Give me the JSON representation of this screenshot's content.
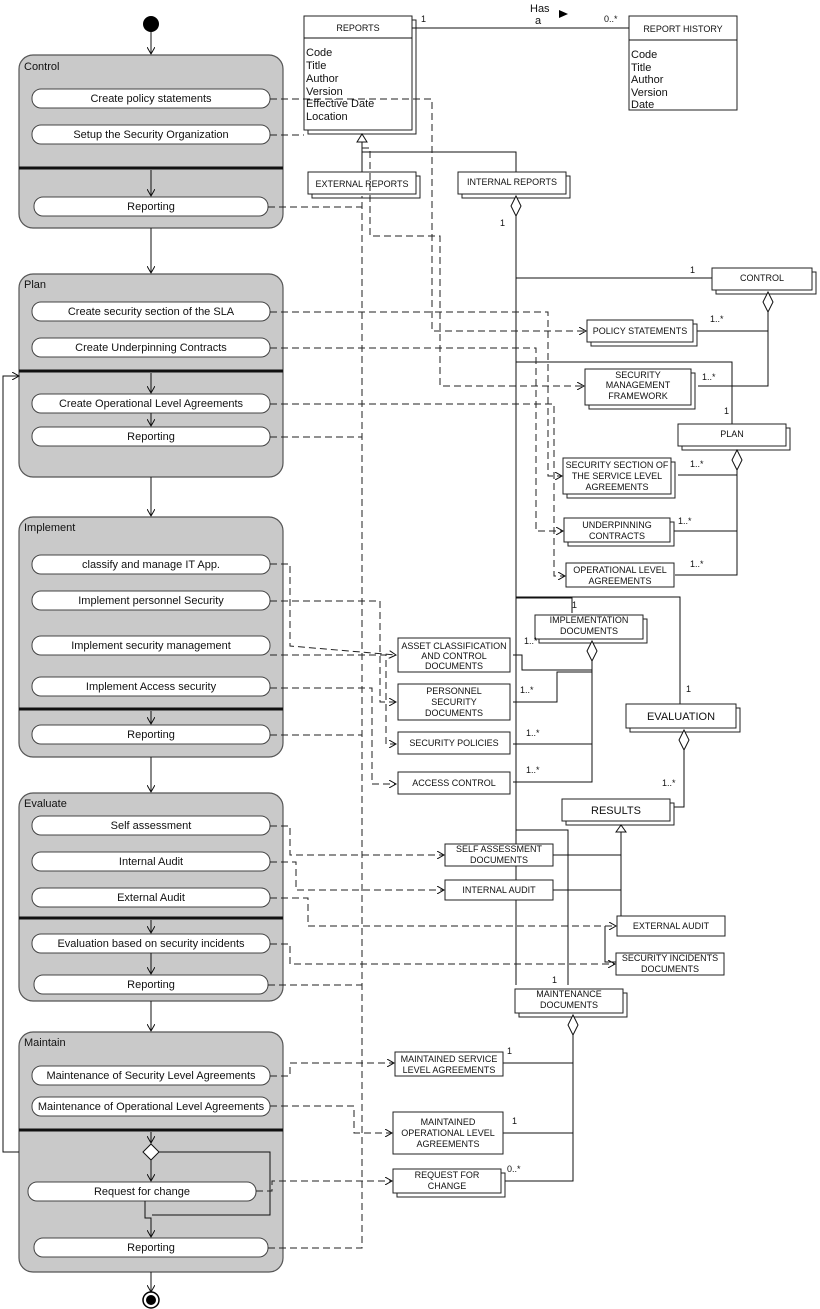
{
  "lanes": [
    {
      "title": "Control",
      "activities": [
        "Create policy statements",
        "Setup the Security Organization"
      ],
      "reporting": "Reporting"
    },
    {
      "title": "Plan",
      "activities": [
        "Create security section of the SLA",
        "Create Underpinning Contracts"
      ],
      "after_bar": [
        "Create Operational Level Agreements"
      ],
      "reporting": "Reporting"
    },
    {
      "title": "Implement",
      "activities": [
        "classify and manage IT App.",
        "Implement personnel Security",
        "Implement security management",
        "Implement Access security"
      ],
      "reporting": "Reporting"
    },
    {
      "title": "Evaluate",
      "activities": [
        "Self assessment",
        "Internal Audit",
        "External Audit"
      ],
      "after_bar": [
        "Evaluation based on security incidents"
      ],
      "reporting": "Reporting"
    },
    {
      "title": "Maintain",
      "activities": [
        "Maintenance of Security Level Agreements",
        "Maintenance of Operational Level Agreements"
      ],
      "after_bar": [
        "Request for change"
      ],
      "reporting": "Reporting"
    }
  ],
  "reports": {
    "title": "REPORTS",
    "attributes": [
      "Code",
      "Title",
      "Author",
      "Version",
      "Effective Date",
      "Location"
    ]
  },
  "report_history": {
    "title": "REPORT HISTORY",
    "attributes": [
      "Code",
      "Title",
      "Author",
      "Version",
      "Date"
    ]
  },
  "association": {
    "label_line1": "Has",
    "label_line2": "a",
    "mult_left": "1",
    "mult_right": "0..*"
  },
  "classes": {
    "external_reports": [
      "EXTERNAL REPORTS"
    ],
    "internal_reports": [
      "INTERNAL REPORTS"
    ],
    "control": [
      "CONTROL"
    ],
    "policy_statements": [
      "POLICY  STATEMENTS"
    ],
    "security_management_framework": [
      "SECURITY",
      "MANAGEMENT",
      "FRAMEWORK"
    ],
    "plan": [
      "PLAN"
    ],
    "security_section_sla": [
      "SECURITY SECTION OF",
      "THE SERVICE LEVEL",
      "AGREEMENTS"
    ],
    "underpinning_contracts": [
      "UNDERPINNING",
      "CONTRACTS"
    ],
    "operational_level_agreements": [
      "OPERATIONAL LEVEL",
      "AGREEMENTS"
    ],
    "implementation_documents": [
      "IMPLEMENTATION",
      "DOCUMENTS"
    ],
    "asset_classification": [
      "ASSET CLASSIFICATION",
      "AND CONTROL",
      "DOCUMENTS"
    ],
    "personnel_security": [
      "PERSONNEL",
      "SECURITY",
      "DOCUMENTS"
    ],
    "security_policies": [
      "SECURITY POLICIES"
    ],
    "access_control": [
      "ACCESS CONTROL"
    ],
    "evaluation": [
      "EVALUATION"
    ],
    "results": [
      "RESULTS"
    ],
    "self_assessment_documents": [
      "SELF ASSESSMENT",
      "DOCUMENTS"
    ],
    "internal_audit": [
      "INTERNAL AUDIT"
    ],
    "external_audit": [
      "EXTERNAL AUDIT"
    ],
    "security_incidents_documents": [
      "SECURITY INCIDENTS",
      "DOCUMENTS"
    ],
    "maintenance_documents": [
      "MAINTENANCE",
      "DOCUMENTS"
    ],
    "maintained_sla": [
      "MAINTAINED SERVICE",
      "LEVEL AGREEMENTS"
    ],
    "maintained_ola": [
      "MAINTAINED",
      "OPERATIONAL LEVEL",
      "AGREEMENTS"
    ],
    "request_for_change": [
      "REQUEST FOR",
      "CHANGE"
    ]
  },
  "multiplicities": {
    "one": "1",
    "one_many": "1..*",
    "zero_many": "0..*"
  }
}
